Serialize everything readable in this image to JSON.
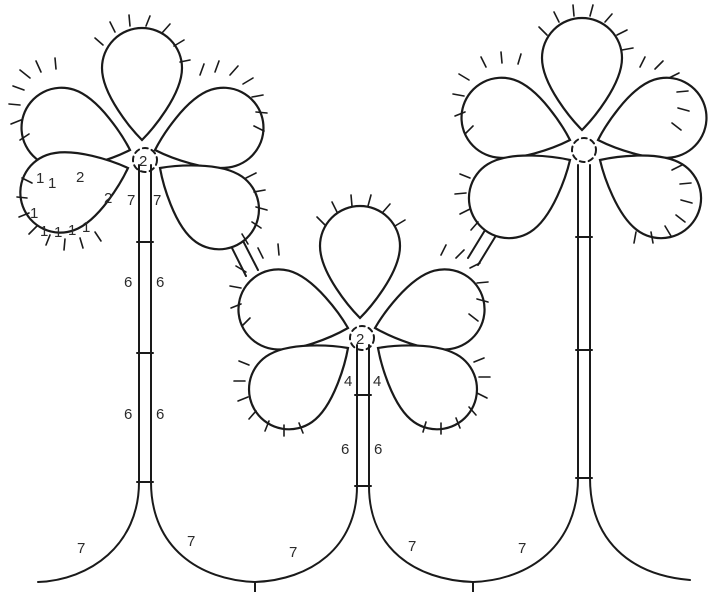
{
  "diagram": {
    "labels": {
      "tl_center_2": "2",
      "tl_stem_7_left": "7",
      "tl_stem_7_right": "7",
      "tl_stem_6a_left": "6",
      "tl_stem_6a_right": "6",
      "tl_stem_6b_left": "6",
      "tl_stem_6b_right": "6",
      "lower_petal_2a": "2",
      "lower_petal_2b": "2",
      "lower_petal_1_1": "1",
      "lower_petal_1_2": "1",
      "lower_petal_1_3": "1",
      "lower_petal_1_4": "1",
      "lower_petal_1_5": "1",
      "lower_petal_1_6": "1",
      "lower_petal_1_7": "1",
      "mid_center_2": "2",
      "mid_stem_4_left": "4",
      "mid_stem_4_right": "4",
      "mid_stem_6_left": "6",
      "mid_stem_6_right": "6",
      "arc_7_1": "7",
      "arc_7_2": "7",
      "arc_7_3": "7",
      "arc_7_4": "7",
      "arc_7_5": "7"
    }
  }
}
